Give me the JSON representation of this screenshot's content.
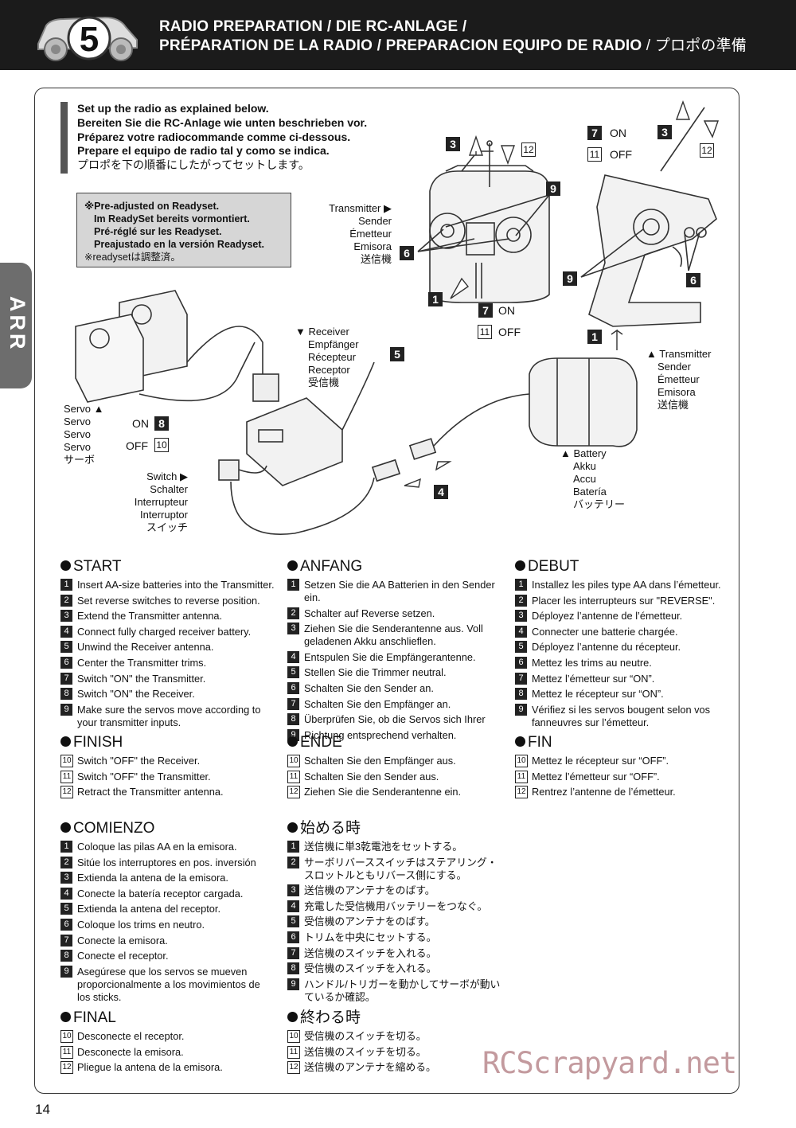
{
  "header": {
    "step_number": "5",
    "title_line1": "RADIO PREPARATION / DIE RC-ANLAGE /",
    "title_line2": "PRÉPARATION DE LA RADIO / PREPARACION EQUIPO DE RADIO",
    "title_line2_sep": " / ",
    "title_jp": "プロポの準備"
  },
  "side_tab": "ARR",
  "intro": {
    "en": "Set up the radio as explained below.",
    "de": "Bereiten Sie die RC-Anlage wie unten beschrieben vor.",
    "fr": "Préparez votre radiocommande comme ci-dessous.",
    "es": "Prepare el equipo de radio tal y como se indica.",
    "jp": "プロポを下の順番にしたがってセットします。"
  },
  "note": {
    "en": "※Pre-adjusted on Readyset.",
    "de": "Im ReadySet bereits vormontiert.",
    "fr": "Pré-réglé sur les Readyset.",
    "es": "Preajustado en la versión Readyset.",
    "jp": "※readysetは調整済。"
  },
  "diagram": {
    "transmitter_left": [
      "Transmitter ▶",
      "Sender",
      "Émetteur",
      "Emisora",
      "送信機"
    ],
    "transmitter_right": [
      "▲ Transmitter",
      "Sender",
      "Émetteur",
      "Emisora",
      "送信機"
    ],
    "receiver": [
      "▼ Receiver",
      "Empfänger",
      "Récepteur",
      "Receptor",
      "受信機"
    ],
    "servo": [
      "Servo ▲",
      "Servo",
      "Servo",
      "Servo",
      "サーボ"
    ],
    "switch": [
      "Switch ▶",
      "Schalter",
      "Interrupteur",
      "Interruptor",
      "スイッチ"
    ],
    "battery": [
      "▲ Battery",
      "Akku",
      "Accu",
      "Batería",
      "バッテリー"
    ],
    "on": "ON",
    "off": "OFF",
    "nums": {
      "n1": "1",
      "n3": "3",
      "n4": "4",
      "n5": "5",
      "n6": "6",
      "n7": "7",
      "n8": "8",
      "n9": "9",
      "n10": "10",
      "n11": "11",
      "n12": "12"
    }
  },
  "sections": {
    "start": {
      "title": "START",
      "items": [
        "Insert AA-size batteries into the Transmitter.",
        "Set reverse switches to reverse position.",
        "Extend the Transmitter antenna.",
        "Connect fully charged receiver battery.",
        "Unwind the Receiver antenna.",
        "Center the Transmitter trims.",
        "Switch \"ON\" the Transmitter.",
        "Switch \"ON\" the Receiver.",
        "Make sure the servos move according to your transmitter inputs."
      ]
    },
    "finish": {
      "title": "FINISH",
      "items": [
        "Switch \"OFF\" the Receiver.",
        "Switch \"OFF\" the Transmitter.",
        "Retract the Transmitter antenna."
      ]
    },
    "anfang": {
      "title": "ANFANG",
      "items": [
        "Setzen Sie die AA Batterien in den Sender ein.",
        "Schalter auf Reverse setzen.",
        "Ziehen Sie die Senderantenne aus. Voll geladenen Akku anschlieflen.",
        "Entspulen Sie die Empfängerantenne.",
        "Stellen Sie die Trimmer neutral.",
        "Schalten Sie den Sender an.",
        "Schalten Sie den Empfänger an.",
        "Überprüfen Sie, ob die Servos sich Ihrer",
        "Richtung entsprechend verhalten."
      ]
    },
    "ende": {
      "title": "ENDE",
      "items": [
        "Schalten Sie den Empfänger aus.",
        "Schalten Sie den Sender aus.",
        "Ziehen Sie die Senderantenne ein."
      ]
    },
    "debut": {
      "title": "DEBUT",
      "items": [
        "Installez les piles type AA dans l’émetteur.",
        "Placer les interrupteurs sur \"REVERSE\".",
        "Déployez l’antenne de l’émetteur.",
        "Connecter une batterie chargée.",
        "Déployez l’antenne du récepteur.",
        "Mettez les trims au neutre.",
        "Mettez l’émetteur sur “ON”.",
        "Mettez le récepteur sur “ON”.",
        "Vérifiez si les servos bougent selon vos fanneuvres sur l’émetteur."
      ]
    },
    "fin": {
      "title": "FIN",
      "items": [
        "Mettez le récepteur sur “OFF”.",
        "Mettez l’émetteur sur “OFF”.",
        "Rentrez l’antenne de l’émetteur."
      ]
    },
    "comienzo": {
      "title": "COMIENZO",
      "items": [
        "Coloque las pilas AA en la emisora.",
        "Sitúe los interruptores en pos. inversión",
        "Extienda la antena de la emisora.",
        "Conecte la batería receptor cargada.",
        "Extienda la antena del receptor.",
        "Coloque los trims en neutro.",
        "Conecte la emisora.",
        "Conecte el receptor.",
        "Asegúrese que los servos se mueven proporcionalmente a los movimientos de los sticks."
      ]
    },
    "final": {
      "title": "FINAL",
      "items": [
        "Desconecte el receptor.",
        "Desconecte la emisora.",
        "Pliegue la antena de la emisora."
      ]
    },
    "jp_start": {
      "title": "始める時",
      "items": [
        "送信機に単3乾電池をセットする。",
        "サーボリバーススイッチはステアリング・スロットルともリバース側にする。",
        "送信機のアンテナをのばす。",
        "充電した受信機用バッテリーをつなぐ。",
        "受信機のアンテナをのばす。",
        "トリムを中央にセットする。",
        "送信機のスイッチを入れる。",
        "受信機のスイッチを入れる。",
        "ハンドル/トリガーを動かしてサーボが動いているか確認。"
      ]
    },
    "jp_end": {
      "title": "終わる時",
      "items": [
        "受信機のスイッチを切る。",
        "送信機のスイッチを切る。",
        "送信機のアンテナを縮める。"
      ]
    }
  },
  "page_number": "14",
  "watermark": "RCScrapyard.net"
}
